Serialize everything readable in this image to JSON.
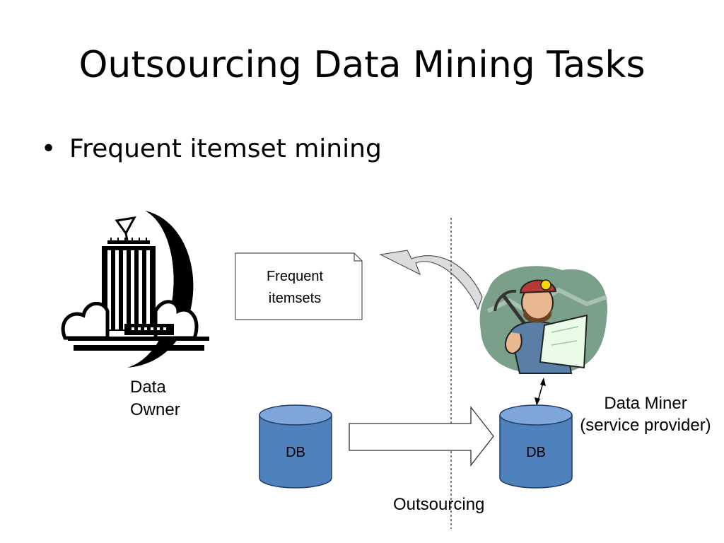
{
  "slide": {
    "title": "Outsourcing Data Mining Tasks",
    "bullet": "Frequent itemset mining"
  },
  "diagram": {
    "data_owner_label": [
      "Data",
      "Owner"
    ],
    "frequent_itemsets_label": [
      "Frequent",
      "itemsets"
    ],
    "db_left_label": "DB",
    "db_right_label": "DB",
    "data_miner_label": [
      "Data Miner",
      "(service provider)"
    ],
    "outsourcing_label": "Outsourcing"
  },
  "colors": {
    "db_fill": "#4f81bd",
    "db_top": "#7ea6d8",
    "db_stroke": "#1f3f6b",
    "miner_bg": "#7ba08a"
  }
}
